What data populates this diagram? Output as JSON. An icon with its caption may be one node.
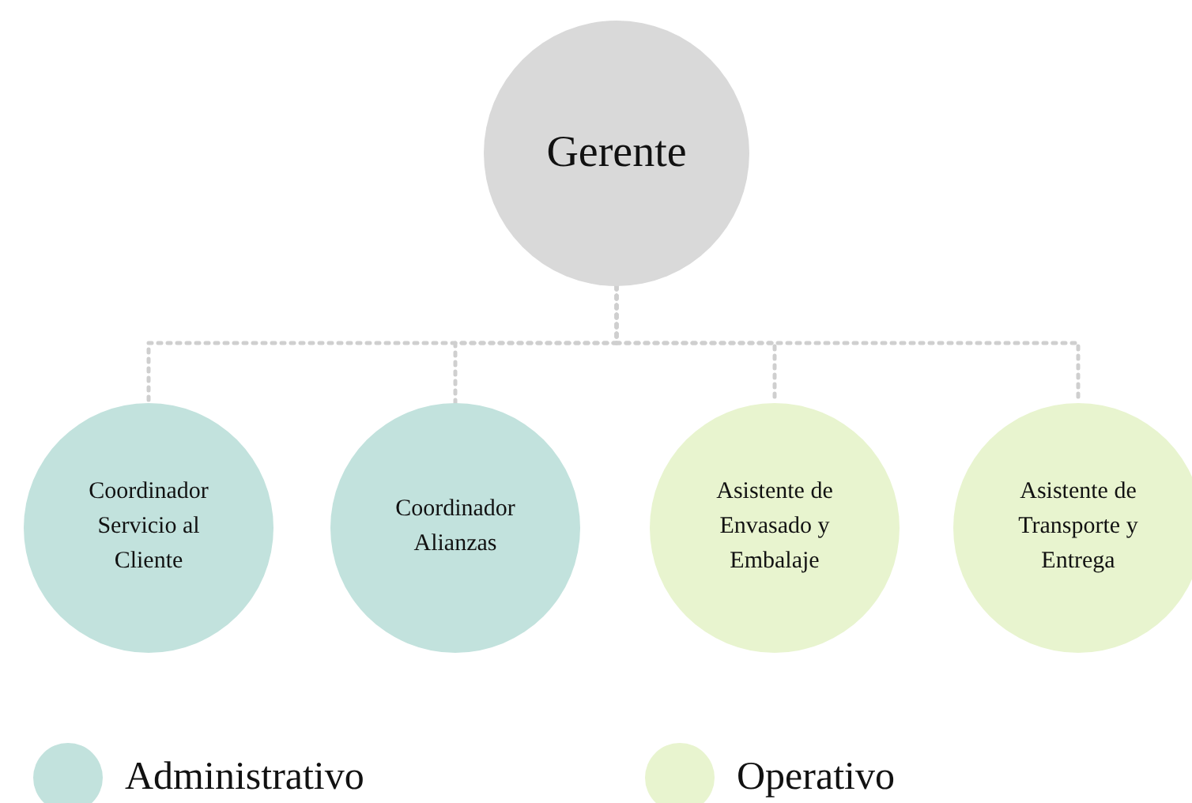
{
  "diagram": {
    "nodes": [
      {
        "text": [
          "Gerente"
        ]
      },
      {
        "text": [
          "Coordinador Servicio al Cliente"
        ]
      },
      {
        "text": [
          "Coordinador Alianzas"
        ]
      },
      {
        "text": [
          "Asistente de Envasado y Embalaje"
        ]
      },
      {
        "text": [
          "Asistente de Transporte y Entrega"
        ]
      }
    ],
    "edges": [
      {
        "from": 0,
        "to": 1,
        "arrow": "none",
        "style": "dashed"
      },
      {
        "from": 0,
        "to": 2,
        "arrow": "none",
        "style": "dashed"
      },
      {
        "from": 0,
        "to": 3,
        "arrow": "none",
        "style": "dashed"
      },
      {
        "from": 0,
        "to": 4,
        "arrow": "none",
        "style": "dashed"
      }
    ],
    "legend": [
      {
        "text": "Administrativo",
        "color": "#c2e2dd"
      },
      {
        "text": "Operativo",
        "color": "#e8f4cf"
      }
    ]
  }
}
